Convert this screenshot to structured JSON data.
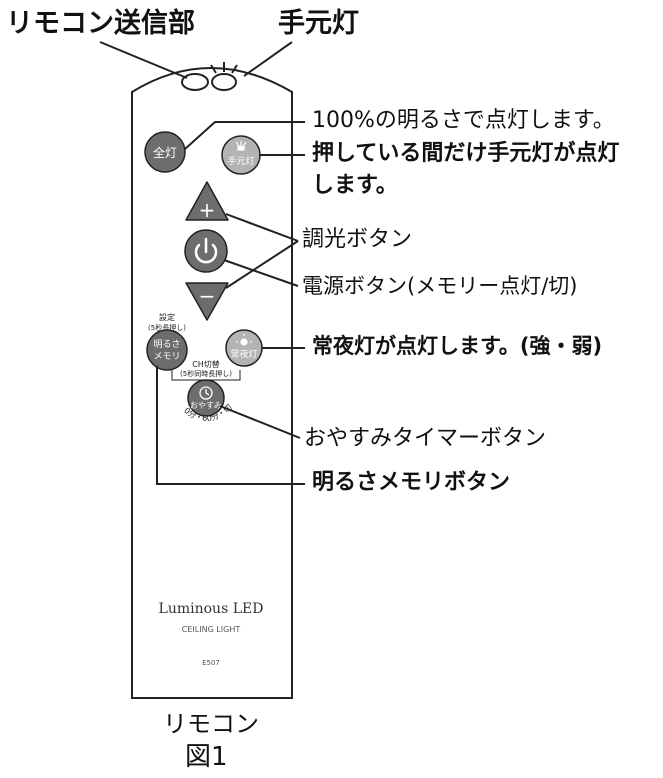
{
  "top": {
    "transmitter_label": "リモコン送信部",
    "hand_light_label": "手元灯"
  },
  "remote": {
    "btn_full": "全灯",
    "btn_hand": "手元灯",
    "btn_plus": "+",
    "btn_minus": "−",
    "setting_label_1": "設定",
    "setting_label_2": "(5秒長押し)",
    "btn_memory_1": "明るさ",
    "btn_memory_2": "メモリ",
    "btn_night": "常夜灯",
    "ch_label_1": "CH切替",
    "ch_label_2": "(5秒同時長押し)",
    "btn_sleep": "おやすみ",
    "sleep_times": "30分・60分・切",
    "brand": "Luminous LED",
    "subtitle": "CEILING LIGHT",
    "model": "E507"
  },
  "callouts": {
    "full": "100%の明るさで点灯します。",
    "hand_1": "押している間だけ手元灯が点灯",
    "hand_2": "します。",
    "dimmer": "調光ボタン",
    "power": "電源ボタン(メモリー点灯/切)",
    "night": "常夜灯が点灯します。(強・弱)",
    "sleep": "おやすみタイマーボタン",
    "memory": "明るさメモリボタン"
  },
  "caption": {
    "line1": "リモコン",
    "line2": "図1"
  },
  "colors": {
    "dark_button": "#6d6d6d",
    "light_button": "#b3b3b3",
    "outline": "#222222",
    "remote_body": "#ffffff"
  }
}
